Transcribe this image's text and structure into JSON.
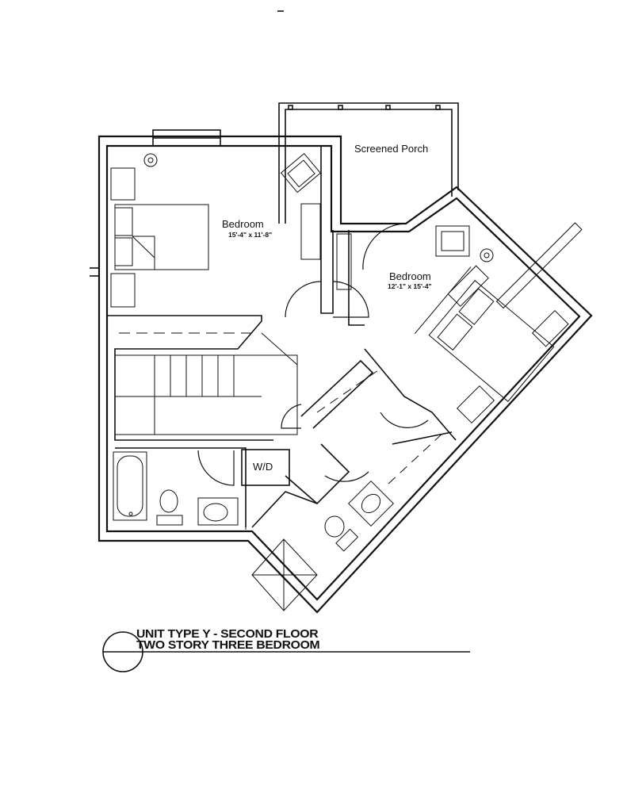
{
  "plan": {
    "rooms": [
      {
        "name": "Screened Porch"
      },
      {
        "name": "Bedroom",
        "dimensions": "15'-4\" x 11'-8\""
      },
      {
        "name": "Bedroom",
        "dimensions": "12'-1\" x 15'-4\""
      }
    ],
    "fixtures": {
      "washer_dryer": "W/D"
    }
  },
  "title_block": {
    "line1": "UNIT TYPE Y - SECOND FLOOR",
    "line2": "TWO STORY THREE BEDROOM"
  },
  "colors": {
    "ink": "#111111",
    "paper": "#ffffff"
  }
}
